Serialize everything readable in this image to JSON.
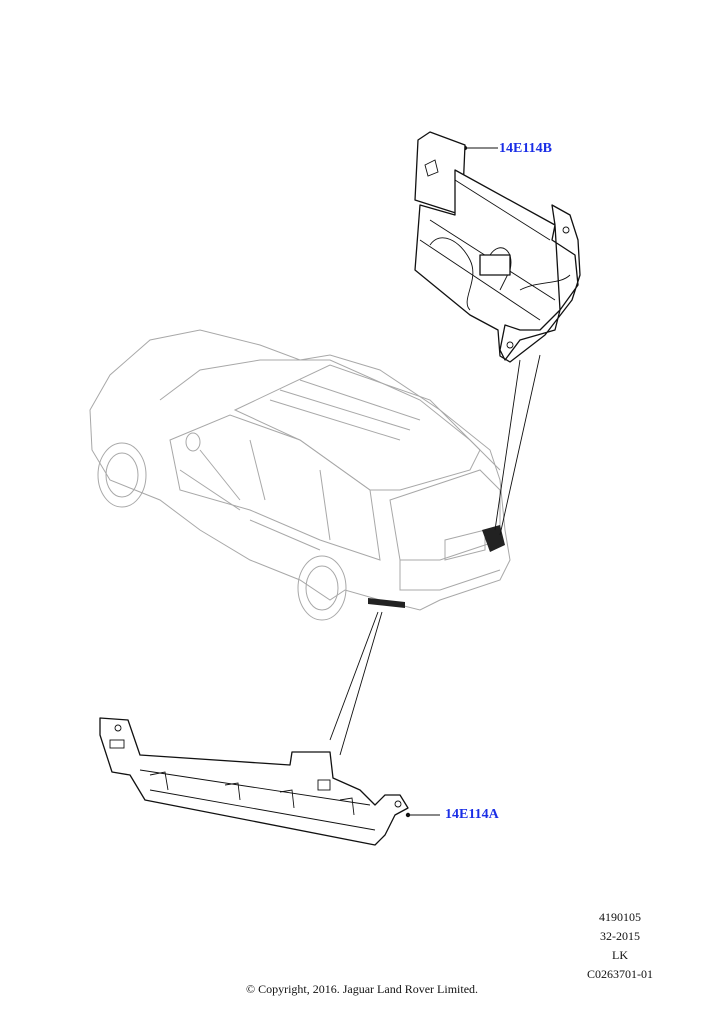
{
  "callouts": {
    "upper": "14E114B",
    "lower": "14E114A"
  },
  "meta": {
    "line1": "4190105",
    "line2": "32-2015",
    "line3": "LK",
    "line4": "C0263701-01"
  },
  "copyright": "© Copyright, 2016. Jaguar Land Rover Limited.",
  "colors": {
    "callout": "#1a2ee6"
  }
}
